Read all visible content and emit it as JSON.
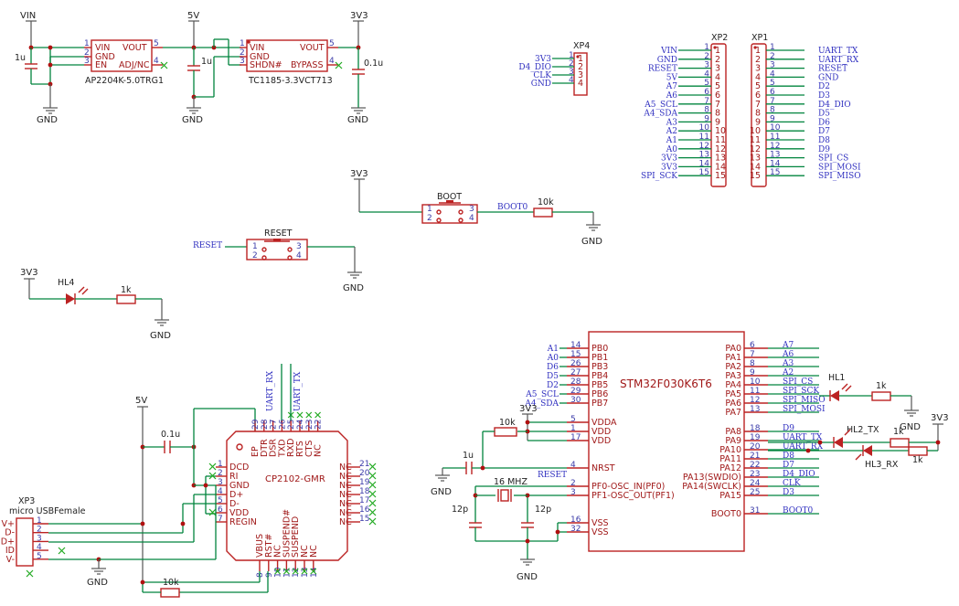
{
  "power_labels": {
    "vin": "VIN",
    "v5": "5V",
    "v3a": "3V3",
    "v3b": "3V3",
    "v3c": "3V3",
    "v3d": "3V3",
    "v5b": "5V",
    "v3e": "3V3",
    "v3f": "3V3"
  },
  "gnd": "GND",
  "u_ap": {
    "ref": "AP2204K-5.0TRG1",
    "pins": [
      "VIN",
      "GND",
      "EN",
      "VOUT",
      "ADJ/NC"
    ],
    "nums": [
      "1",
      "2",
      "3",
      "5",
      "4"
    ]
  },
  "u_tc": {
    "ref": "TC1185-3.3VCT713",
    "pins": [
      "VIN",
      "GND",
      "SHDN#",
      "VOUT",
      "BYPASS"
    ],
    "nums": [
      "1",
      "2",
      "3",
      "5",
      "4"
    ]
  },
  "caps": {
    "c1": "1u",
    "c2": "1u",
    "c3": "0.1u",
    "c4": "0.1u",
    "c5": "1u",
    "c6": "12p",
    "c7": "12p"
  },
  "xp4": {
    "ref": "XP4",
    "nets": [
      "3V3",
      "D4_DIO",
      "CLK",
      "GND"
    ],
    "nums": [
      "1",
      "2",
      "3",
      "4"
    ]
  },
  "xp2": {
    "ref": "XP2",
    "nets": [
      "VIN",
      "GND",
      "RESET",
      "5V",
      "A7",
      "A6",
      "A5_SCL",
      "A4_SDA",
      "A3",
      "A2",
      "A1",
      "A0",
      "3V3",
      "3V3",
      "SPI_SCK"
    ]
  },
  "xp1": {
    "ref": "XP1",
    "nets": [
      "UART_TX",
      "UART_RX",
      "RESET",
      "GND",
      "D2",
      "D3",
      "D4_DIO",
      "D5",
      "D6",
      "D7",
      "D8",
      "D9",
      "SPI_CS",
      "SPI_MOSI",
      "SPI_MISO"
    ]
  },
  "pin_nums": [
    "1",
    "2",
    "3",
    "4",
    "5",
    "6",
    "7",
    "8",
    "9",
    "10",
    "11",
    "12",
    "13",
    "14",
    "15"
  ],
  "boot": {
    "ref": "BOOT",
    "net": "BOOT0",
    "res": "10k"
  },
  "reset": {
    "ref": "RESET",
    "net": "RESET"
  },
  "hl4": {
    "ref": "HL4",
    "res": "1k"
  },
  "cp2102": {
    "ref": "CP2102-GMR",
    "left_pins": [
      "DCD",
      "RI",
      "GND",
      "D+",
      "D-",
      "VDD",
      "REGIN"
    ],
    "left_nums": [
      "1",
      "2",
      "3",
      "4",
      "5",
      "6",
      "7"
    ],
    "top_pins": [
      "EP",
      "DTR",
      "DSR",
      "TXD",
      "RXD",
      "RTS",
      "CTS",
      "NC"
    ],
    "top_nums": [
      "29",
      "28",
      "27",
      "26",
      "25",
      "24",
      "23",
      "22"
    ],
    "right_nums": [
      "21",
      "20",
      "19",
      "18",
      "17",
      "16",
      "15"
    ],
    "bottom_pins": [
      "VBUS",
      "RST#",
      "NC",
      "SUSPEND#",
      "SUSPEND",
      "NC",
      "NC"
    ],
    "bottom_nums": [
      "8",
      "9",
      "10",
      "11",
      "12",
      "13",
      "14"
    ],
    "nc": "NC"
  },
  "uart_nets": [
    "UART_RX",
    "UART_TX"
  ],
  "xp3": {
    "ref": "XP3",
    "value": "micro USBFemale",
    "pins": [
      "V+",
      "D-",
      "D+",
      "ID",
      "V-"
    ],
    "nums": [
      "1",
      "2",
      "3",
      "4",
      "5"
    ]
  },
  "r_usb": "10k",
  "mcu": {
    "ref": "STM32F030K6T6",
    "left_pins": [
      "PB0",
      "PB1",
      "PB3",
      "PB4",
      "PB5",
      "PB6",
      "PB7",
      "VDDA",
      "VDD",
      "VDD",
      "NRST",
      "PF0-OSC_IN(PF0)",
      "PF1-OSC_OUT(PF1)",
      "VSS",
      "VSS"
    ],
    "left_nums": [
      "14",
      "15",
      "26",
      "27",
      "28",
      "29",
      "30",
      "5",
      "1",
      "17",
      "4",
      "2",
      "3",
      "16",
      "32"
    ],
    "left_nets": [
      "A1",
      "A0",
      "D6",
      "D5",
      "D2",
      "A5_SCL",
      "A4_SDA"
    ],
    "right_pins": [
      "PA0",
      "PA1",
      "PA2",
      "PA3",
      "PA4",
      "PA5",
      "PA6",
      "PA7",
      "PA8",
      "PA9",
      "PA10",
      "PA11",
      "PA12",
      "PA13(SWDIO)",
      "PA14(SWCLK)",
      "PA15",
      "BOOT0"
    ],
    "right_nums": [
      "6",
      "7",
      "8",
      "9",
      "10",
      "11",
      "12",
      "13",
      "18",
      "19",
      "20",
      "21",
      "22",
      "23",
      "24",
      "25",
      "31"
    ],
    "right_nets": [
      "A7",
      "A6",
      "A3",
      "A2",
      "SPI_CS",
      "SPI_SCK",
      "SPI_MISO",
      "SPI_MOSI",
      "D9",
      "UART_TX",
      "UART_RX",
      "D8",
      "D7",
      "D4_DIO",
      "CLK",
      "D3",
      "BOOT0"
    ],
    "nrst_net": "RESET",
    "crystal": "16 MHZ",
    "r_vdda": "10k"
  },
  "leds": {
    "hl1": "HL1",
    "hl2": "HL2_TX",
    "hl3": "HL3_RX",
    "r1": "1k",
    "r2": "1k",
    "r3": "1k"
  }
}
